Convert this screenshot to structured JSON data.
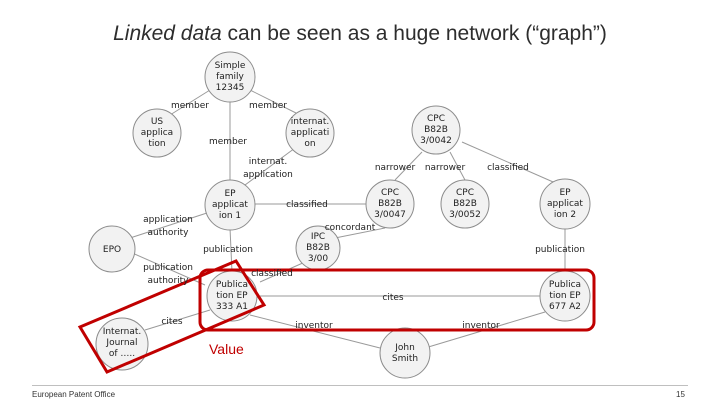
{
  "title": {
    "italic_part": "Linked data",
    "rest": " can be seen as a huge network (“graph”)"
  },
  "footer": "European Patent Office",
  "page_number": "15",
  "highlight_label": "Value",
  "colors": {
    "node_fill": "#f2f2f2",
    "node_stroke": "#8c8c8c",
    "edge": "#9a9a9a",
    "highlight": "#c00000",
    "text": "#222222"
  },
  "nodes": [
    {
      "id": "simple-family",
      "lines": [
        "Simple",
        "family",
        "12345"
      ]
    },
    {
      "id": "us-application",
      "lines": [
        "US",
        "applica",
        "tion"
      ]
    },
    {
      "id": "internat-application",
      "lines": [
        "internat.",
        "applicati",
        "on"
      ]
    },
    {
      "id": "cpc-b82b-3-0042",
      "lines": [
        "CPC",
        "B82B",
        "3/0042"
      ]
    },
    {
      "id": "ep-application-1",
      "lines": [
        "EP",
        "applicat",
        "ion 1"
      ]
    },
    {
      "id": "cpc-b82b-3-0047",
      "lines": [
        "CPC",
        "B82B",
        "3/0047"
      ]
    },
    {
      "id": "cpc-b82b-3-0052",
      "lines": [
        "CPC",
        "B82B",
        "3/0052"
      ]
    },
    {
      "id": "ep-application-2",
      "lines": [
        "EP",
        "applicat",
        "ion 2"
      ]
    },
    {
      "id": "epo",
      "lines": [
        "EPO"
      ]
    },
    {
      "id": "ipc-b82b-3-00",
      "lines": [
        "IPC",
        "B82B",
        "3/00"
      ]
    },
    {
      "id": "publication-ep-333-a1",
      "lines": [
        "Publica",
        "tion EP",
        "333 A1"
      ]
    },
    {
      "id": "publication-ep-677-a2",
      "lines": [
        "Publica",
        "tion EP",
        "677 A2"
      ]
    },
    {
      "id": "internat-journal",
      "lines": [
        "Internat.",
        "Journal",
        "of ….."
      ]
    },
    {
      "id": "john-smith",
      "lines": [
        "John",
        "Smith"
      ]
    }
  ],
  "edge_labels": [
    {
      "id": "member-left",
      "text": "member"
    },
    {
      "id": "member-right",
      "text": "member"
    },
    {
      "id": "member-center",
      "text": "member"
    },
    {
      "id": "internat-application-label",
      "text": "internat."
    },
    {
      "id": "internat-application-label-2",
      "text": "application"
    },
    {
      "id": "narrower-1",
      "text": "narrower"
    },
    {
      "id": "narrower-2",
      "text": "narrower"
    },
    {
      "id": "classified-right",
      "text": "classified"
    },
    {
      "id": "classified-center",
      "text": "classified"
    },
    {
      "id": "concordant",
      "text": "concordant"
    },
    {
      "id": "application-authority-1",
      "text": "application"
    },
    {
      "id": "application-authority-2",
      "text": "authority"
    },
    {
      "id": "publication-left",
      "text": "publication"
    },
    {
      "id": "publication-right",
      "text": "publication"
    },
    {
      "id": "publication-authority-1",
      "text": "publication"
    },
    {
      "id": "publication-authority-2",
      "text": "authority"
    },
    {
      "id": "classified-lower",
      "text": "classified"
    },
    {
      "id": "cites-center",
      "text": "cites"
    },
    {
      "id": "cites-left",
      "text": "cites"
    },
    {
      "id": "inventor-left",
      "text": "inventor"
    },
    {
      "id": "inventor-right",
      "text": "inventor"
    }
  ]
}
